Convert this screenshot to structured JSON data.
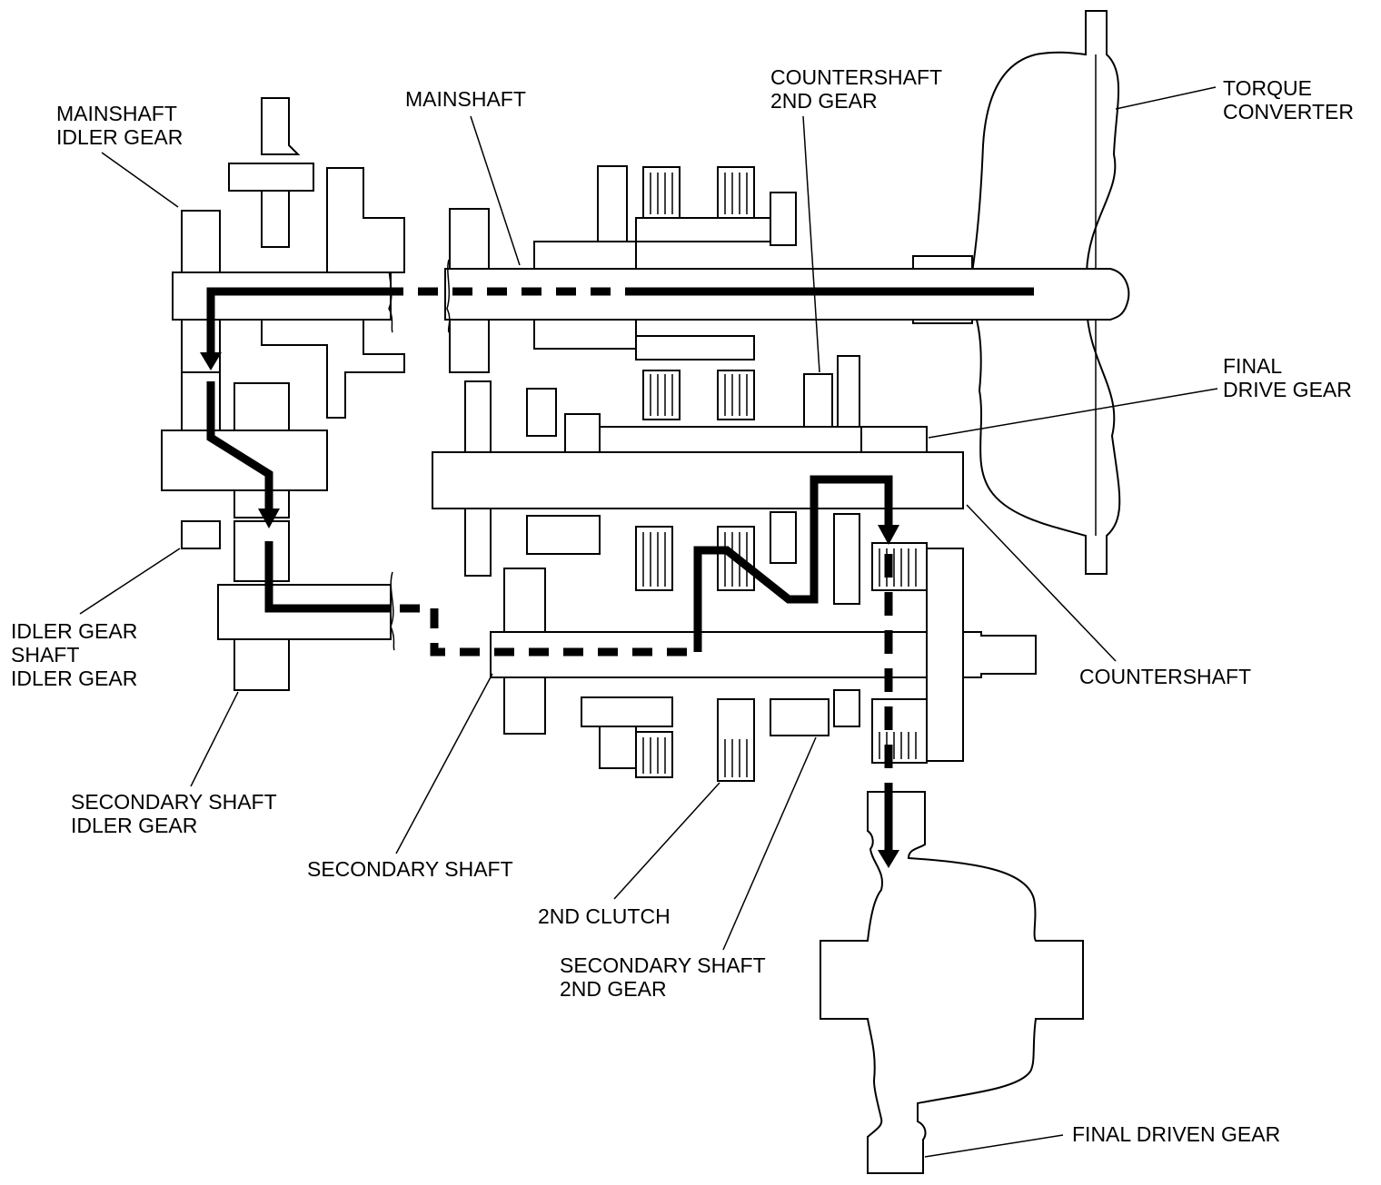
{
  "labels": {
    "mainshaft_idler_gear": [
      "MAINSHAFT",
      "IDLER GEAR"
    ],
    "mainshaft": [
      "MAINSHAFT"
    ],
    "countershaft_2nd_gear": [
      "COUNTERSHAFT",
      "2ND GEAR"
    ],
    "torque_converter": [
      "TORQUE",
      "CONVERTER"
    ],
    "final_drive_gear": [
      "FINAL",
      "DRIVE GEAR"
    ],
    "countershaft": [
      "COUNTERSHAFT"
    ],
    "idler_gear_shaft_idler_gear": [
      "IDLER GEAR",
      "SHAFT",
      "IDLER GEAR"
    ],
    "secondary_shaft_idler_gear": [
      "SECONDARY SHAFT",
      "IDLER GEAR"
    ],
    "secondary_shaft": [
      "SECONDARY SHAFT"
    ],
    "clutch_2nd": [
      "2ND CLUTCH"
    ],
    "secondary_shaft_2nd_gear": [
      "SECONDARY SHAFT",
      "2ND GEAR"
    ],
    "final_driven_gear": [
      "FINAL DRIVEN GEAR"
    ]
  }
}
